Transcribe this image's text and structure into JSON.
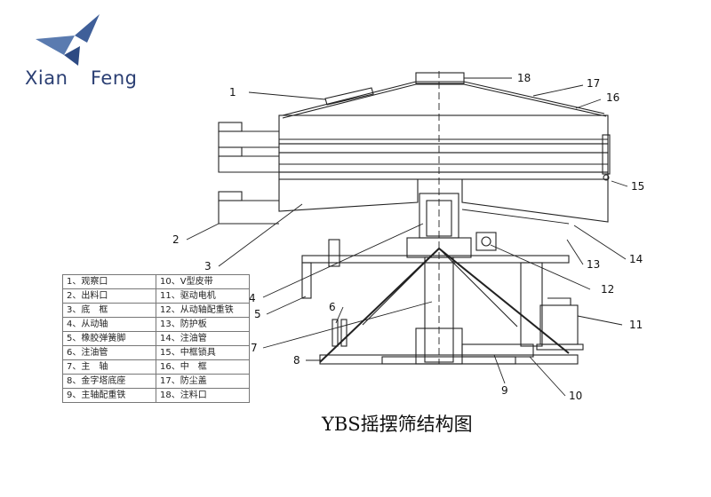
{
  "logo": {
    "brand_left": "Xian",
    "brand_right": "Feng",
    "icon": "bird-logo-icon",
    "color": "#2b3f73"
  },
  "title": "YBS摇摆筛结构图",
  "callouts": [
    "1",
    "2",
    "3",
    "4",
    "5",
    "6",
    "7",
    "8",
    "9",
    "10",
    "11",
    "12",
    "13",
    "14",
    "15",
    "16",
    "17",
    "18"
  ],
  "legend": {
    "rows": [
      [
        "1、观察口",
        "10、V型皮带"
      ],
      [
        "2、出料口",
        "11、驱动电机"
      ],
      [
        "3、底　框",
        "12、从动轴配重铁"
      ],
      [
        "4、从动轴",
        "13、防护板"
      ],
      [
        "5、橡胶弹簧脚",
        "14、注油管"
      ],
      [
        "6、注油管",
        "15、中框锁具"
      ],
      [
        "7、主　轴",
        "16、中　框"
      ],
      [
        "8、金字塔底座",
        "17、防尘盖"
      ],
      [
        "9、主轴配重铁",
        "18、注料口"
      ]
    ]
  }
}
